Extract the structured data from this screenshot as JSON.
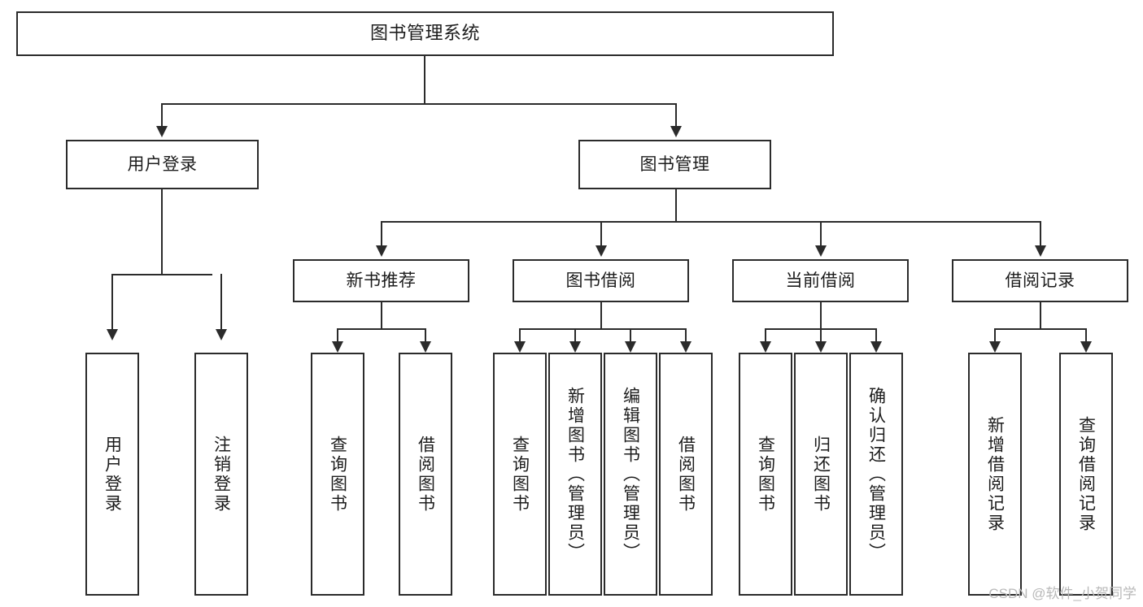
{
  "diagram": {
    "type": "tree",
    "title": "图书管理系统",
    "root": {
      "label": "图书管理系统"
    },
    "level2": [
      {
        "label": "用户登录"
      },
      {
        "label": "图书管理"
      }
    ],
    "level3": [
      {
        "label": "新书推荐"
      },
      {
        "label": "图书借阅"
      },
      {
        "label": "当前借阅"
      },
      {
        "label": "借阅记录"
      }
    ],
    "leaves": {
      "user_login": [
        {
          "label": "用户登录"
        },
        {
          "label": "注销登录"
        }
      ],
      "new_book_recommend": [
        {
          "label": "查询图书"
        },
        {
          "label": "借阅图书"
        }
      ],
      "book_borrow": [
        {
          "label": "查询图书"
        },
        {
          "label": "新增图书（管理员）"
        },
        {
          "label": "编辑图书（管理员）"
        },
        {
          "label": "借阅图书"
        }
      ],
      "current_borrow": [
        {
          "label": "查询图书"
        },
        {
          "label": "归还图书"
        },
        {
          "label": "确认归还（管理员）"
        }
      ],
      "borrow_record": [
        {
          "label": "新增借阅记录"
        },
        {
          "label": "查询借阅记录"
        }
      ]
    }
  },
  "watermark": {
    "text": "CSDN @软件_小贺同学"
  },
  "colors": {
    "stroke": "#2b2b2b",
    "fill": "#ffffff",
    "text": "#1c1c1c",
    "watermark": "#b9b9b9"
  }
}
